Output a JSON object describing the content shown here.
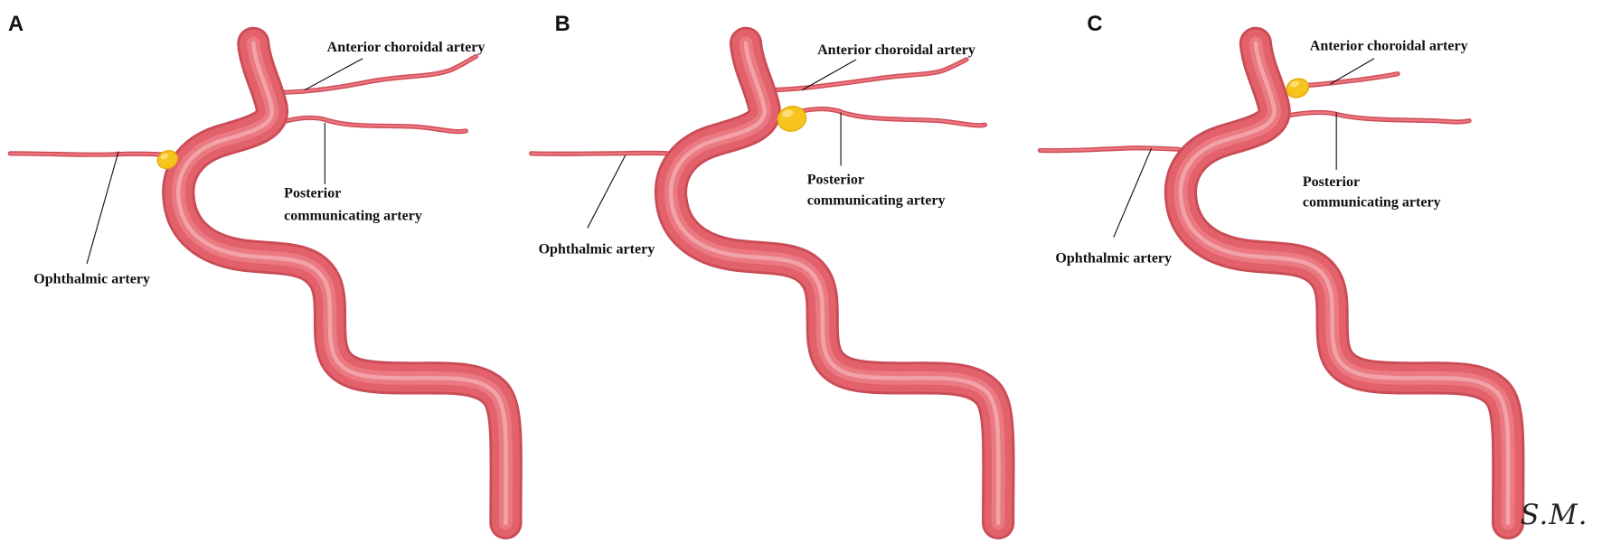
{
  "figure": {
    "panels": [
      {
        "letter": "A",
        "labels": {
          "anterior_choroidal": "Anterior choroidal artery",
          "posterior_line1": "Posterior",
          "posterior_line2": "communicating artery",
          "ophthalmic": "Ophthalmic artery"
        }
      },
      {
        "letter": "B",
        "labels": {
          "anterior_choroidal": "Anterior choroidal artery",
          "posterior_line1": "Posterior",
          "posterior_line2": "communicating artery",
          "ophthalmic": "Ophthalmic artery"
        }
      },
      {
        "letter": "C",
        "labels": {
          "anterior_choroidal": "Anterior choroidal artery",
          "posterior_line1": "Posterior",
          "posterior_line2": "communicating artery",
          "ophthalmic": "Ophthalmic artery"
        }
      }
    ],
    "signature": "S.M.",
    "colors": {
      "background": "#ffffff",
      "artery": "#e3616b",
      "artery_highlight": "#f7c6c9",
      "aneurysm": "#f6c41c",
      "label_text": "#111111"
    }
  }
}
